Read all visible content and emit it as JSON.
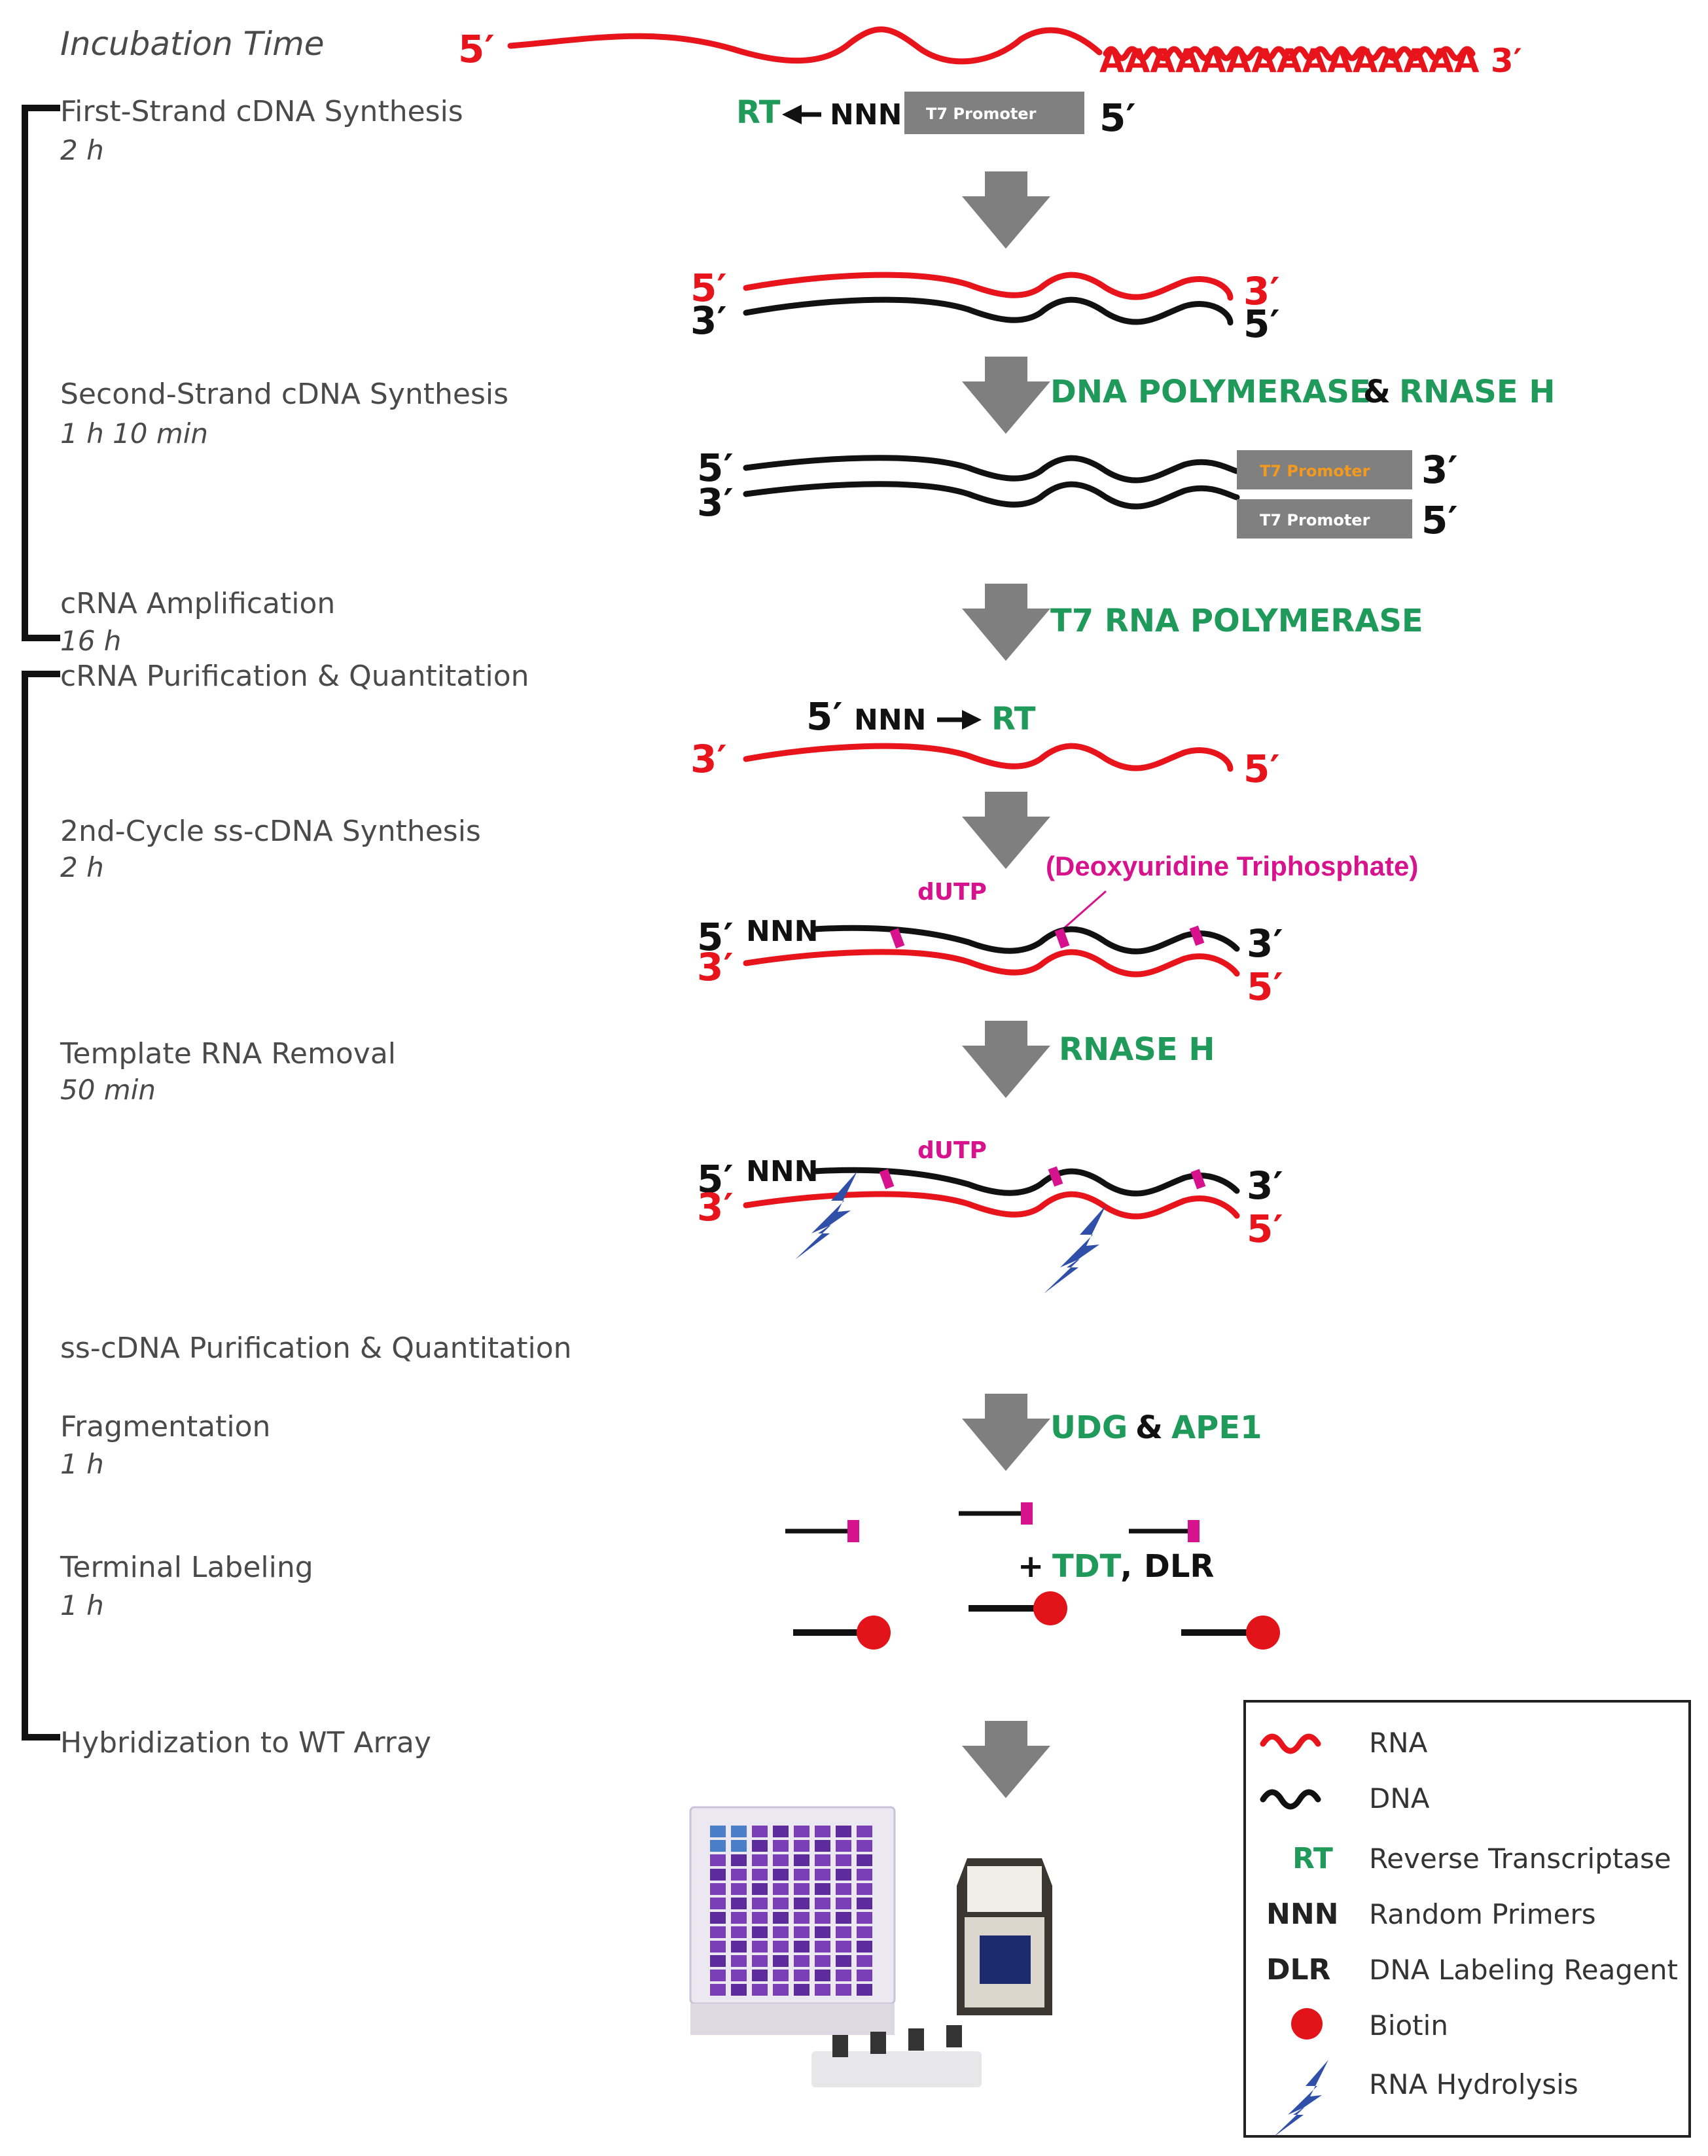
{
  "header": {
    "incubation_label": "Incubation Time",
    "mrna_5prime": "5′",
    "poly_a": "AAAAAAAAAAAAAAA 3′"
  },
  "steps": [
    {
      "title": "First-Strand cDNA Synthesis",
      "time": "2 h"
    },
    {
      "title": "Second-Strand cDNA Synthesis",
      "time": "1 h  10 min"
    },
    {
      "title": "cRNA Amplification",
      "time": "16 h"
    },
    {
      "title": "cRNA Purification & Quantitation",
      "time": ""
    },
    {
      "title": "2nd-Cycle ss-cDNA Synthesis",
      "time": "2 h"
    },
    {
      "title": "Template RNA Removal",
      "time": "50 min"
    },
    {
      "title": "ss-cDNA Purification & Quantitation",
      "time": ""
    },
    {
      "title": "Fragmentation",
      "time": "1 h"
    },
    {
      "title": "Terminal Labeling",
      "time": "1 h"
    },
    {
      "title": "Hybridization to WT Array",
      "time": ""
    }
  ],
  "diagram": {
    "primer1": {
      "rt": "RT",
      "nnn": "NNN",
      "t7": "T7 Promoter",
      "end": "5′"
    },
    "duplex1": {
      "top5": "5′",
      "top3": "3′",
      "bot3": "3′",
      "bot5": "5′"
    },
    "enzymes1": {
      "a": "DNA POLYMERASE",
      "amp": "&",
      "b": "RNASE H"
    },
    "duplex2": {
      "top5": "5′",
      "top3": "3′",
      "bot3": "3′",
      "bot5": "5′",
      "t7_top": "T7 Promoter",
      "t7_bot": "T7 Promoter"
    },
    "enzymes2": {
      "a": "T7 RNA POLYMERASE"
    },
    "primer2": {
      "five": "5′",
      "nnn": "NNN",
      "rt": "RT"
    },
    "crna": {
      "left": "3′",
      "right": "5′"
    },
    "dutp_label": "dUTP",
    "deoxy_label": "(Deoxyuridine Triphosphate)",
    "duplex3": {
      "nnn": "NNN",
      "top5": "5′",
      "top3": "3′",
      "bot3": "3′",
      "bot5": "5′"
    },
    "enzymes3": {
      "a": "RNASE H"
    },
    "dutp_label2": "dUTP",
    "duplex4": {
      "nnn": "NNN",
      "top5": "5′",
      "top3": "3′",
      "bot3": "3′",
      "bot5": "5′"
    },
    "enzymes4": {
      "a": "UDG",
      "amp": "&",
      "b": "APE1"
    },
    "labeling": {
      "plus": "+",
      "tdt": "TDT",
      "comma": ",",
      "dlr": "DLR"
    }
  },
  "legend": {
    "rna": "RNA",
    "dna": "DNA",
    "rt_abbr": "RT",
    "rt_text": "Reverse Transcriptase",
    "nnn_abbr": "NNN",
    "nnn_text": "Random Primers",
    "dlr_abbr": "DLR",
    "dlr_text": "DNA Labeling Reagent",
    "biotin_text": "Biotin",
    "hydrolysis_text": "RNA Hydrolysis"
  },
  "colors": {
    "rna": "#e8141c",
    "dna": "#111111",
    "enzyme": "#1f9a5a",
    "dutp": "#d6128c",
    "arrow": "#7f7f7f",
    "hydrolysis": "#2f4fa8"
  }
}
